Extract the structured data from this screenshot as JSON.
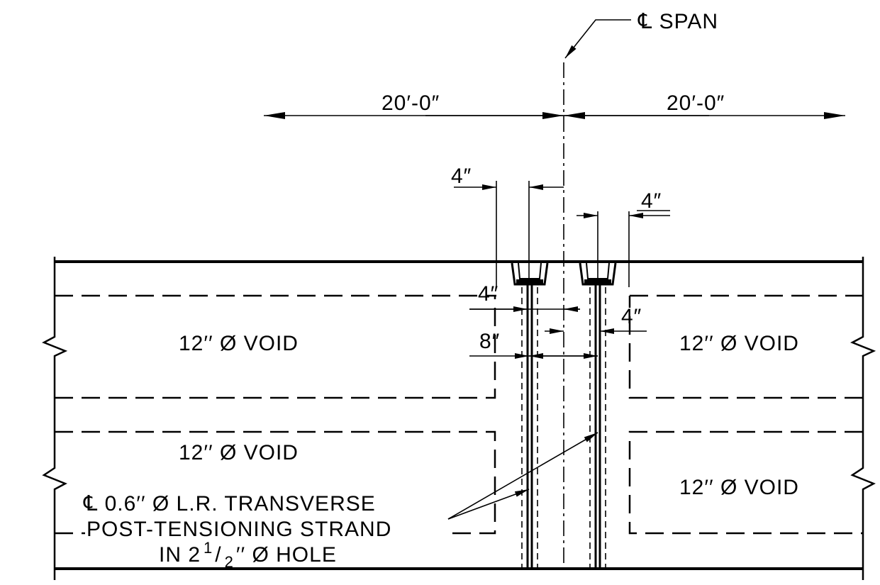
{
  "labels": {
    "cl_span": "℄ SPAN",
    "dim_left": "20′-0″",
    "dim_right": "20′-0″",
    "dim_4_top_left": "4″",
    "dim_4_top_right": "4″",
    "dim_4_mid_left": "4″",
    "dim_4_mid_right": "4″",
    "dim_8": "8″",
    "void_top_left": "12′′ Ø VOID",
    "void_top_right": "12′′ Ø VOID",
    "void_bottom_left": "12′′ Ø VOID",
    "void_bottom_right": "12′′ Ø VOID",
    "strand_line1": "℄ 0.6′′ Ø L.R. TRANSVERSE",
    "strand_line2": "POST-TENSIONING STRAND",
    "strand_line3_pre": "IN 2",
    "strand_line3_num": "1",
    "strand_line3_slash": "/",
    "strand_line3_den": "2",
    "strand_line3_post": "′′ Ø HOLE"
  },
  "colors": {
    "ink": "#000000",
    "paper": "#ffffff"
  }
}
